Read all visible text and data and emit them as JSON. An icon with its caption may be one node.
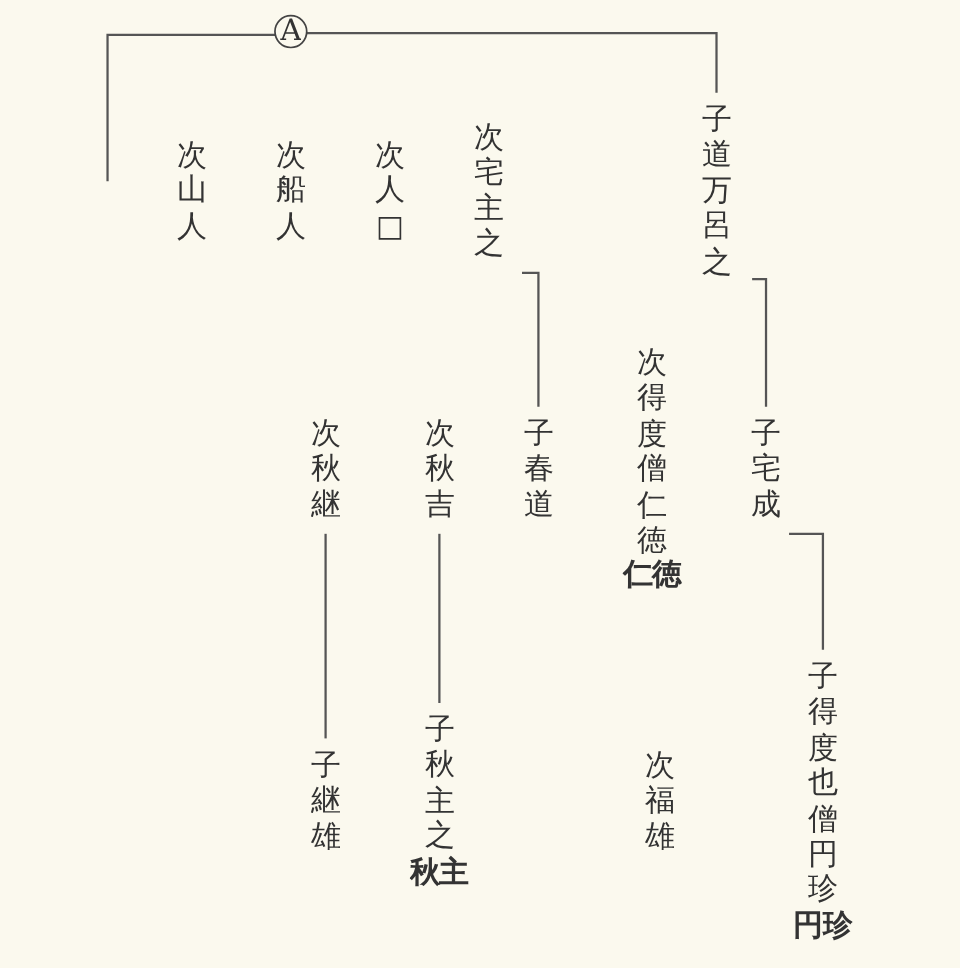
{
  "diagram": {
    "nodes": [
      {
        "text": [
          "A"
        ]
      },
      {
        "text": [
          "子道万呂之"
        ]
      },
      {
        "text": [
          "次宅主之"
        ]
      },
      {
        "text": [
          "次人□"
        ]
      },
      {
        "text": [
          "次船人"
        ]
      },
      {
        "text": [
          "次山人"
        ]
      },
      {
        "text": [
          "子宅成"
        ]
      },
      {
        "text": [
          "次得度僧仁徳"
        ],
        "beside": [
          "仁徳"
        ]
      },
      {
        "text": [
          "子春道"
        ]
      },
      {
        "text": [
          "次秋吉"
        ]
      },
      {
        "text": [
          "次秋継"
        ]
      },
      {
        "text": [
          "子得度也僧円珍"
        ],
        "beside": [
          "円珍"
        ]
      },
      {
        "text": [
          "次福雄"
        ]
      },
      {
        "text": [
          "子秋主之"
        ],
        "beside": [
          "秋主"
        ]
      },
      {
        "text": [
          "子継雄"
        ]
      }
    ],
    "edges": [
      {
        "from": 0,
        "to": null,
        "arrow": "none"
      },
      {
        "from": 0,
        "to": 1,
        "arrow": "none"
      },
      {
        "from": 1,
        "to": 6,
        "arrow": "none"
      },
      {
        "from": 2,
        "to": 8,
        "arrow": "none"
      },
      {
        "from": 6,
        "to": 11,
        "arrow": "none"
      },
      {
        "from": 9,
        "to": 13,
        "arrow": "none"
      },
      {
        "from": 10,
        "to": 14,
        "arrow": "none"
      }
    ]
  }
}
